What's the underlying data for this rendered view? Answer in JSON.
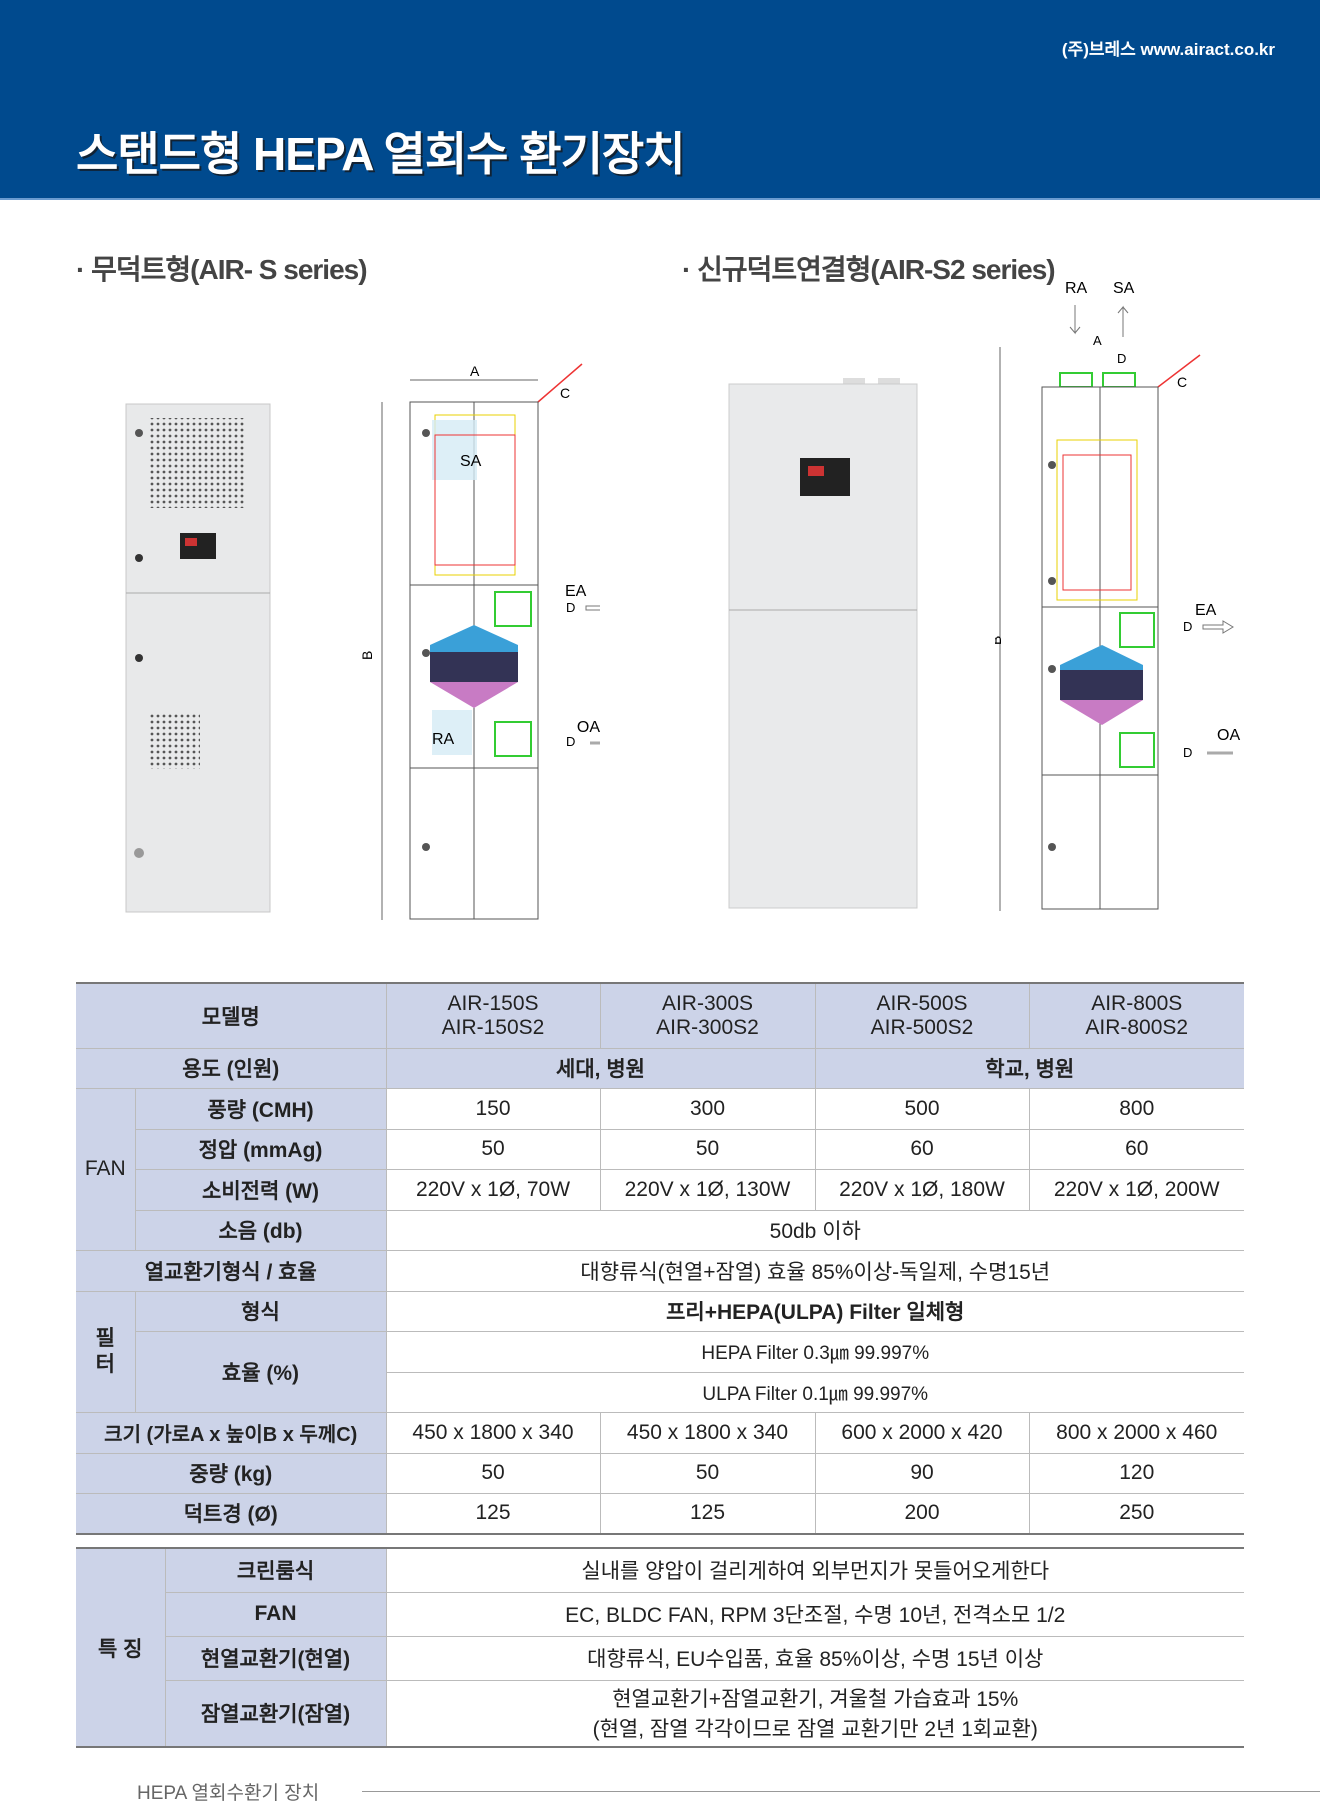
{
  "header": {
    "brand": "(주)브레스  www.airact.co.kr",
    "title": "스탠드형 HEPA 열회수 환기장치"
  },
  "sections": [
    {
      "title": "· 무덕트형(AIR- S series)"
    },
    {
      "title": "· 신규덕트연결형(AIR-S2 series)"
    }
  ],
  "diagram_labels": {
    "A": "A",
    "B": "B",
    "C": "C",
    "D": "D",
    "SA": "SA",
    "RA": "RA",
    "EA": "EA",
    "OA": "OA"
  },
  "spec_table": {
    "model_label": "모델명",
    "models": [
      [
        "AIR-150S",
        "AIR-150S2"
      ],
      [
        "AIR-300S",
        "AIR-300S2"
      ],
      [
        "AIR-500S",
        "AIR-500S2"
      ],
      [
        "AIR-800S",
        "AIR-800S2"
      ]
    ],
    "usage_label": "용도 (인원)",
    "usage": [
      "세대, 병원",
      "학교, 병원"
    ],
    "fan_group": "FAN",
    "airflow_label": "풍량 (CMH)",
    "airflow": [
      "150",
      "300",
      "500",
      "800"
    ],
    "pressure_label": "정압 (mmAg)",
    "pressure": [
      "50",
      "50",
      "60",
      "60"
    ],
    "power_label": "소비전력 (W)",
    "power": [
      "220V x 1Ø, 70W",
      "220V x 1Ø, 130W",
      "220V x 1Ø, 180W",
      "220V x 1Ø, 200W"
    ],
    "noise_label": "소음 (db)",
    "noise": "50db 이하",
    "hx_label": "열교환기형식 / 효율",
    "hx": "대향류식(현열+잠열) 효율 85%이상-독일제, 수명15년",
    "filter_group": "필\n터",
    "filter_type_label": "형식",
    "filter_type": "프리+HEPA(ULPA) Filter 일체형",
    "filter_eff_label": "효율 (%)",
    "filter_eff": [
      "HEPA Filter 0.3㎛ 99.997%",
      "ULPA Filter 0.1㎛ 99.997%"
    ],
    "size_label": "크기 (가로A x 높이B x 두께C)",
    "size": [
      "450 x 1800 x 340",
      "450 x 1800 x 340",
      "600 x 2000 x 420",
      "800 x 2000 x 460"
    ],
    "weight_label": "중량 (kg)",
    "weight": [
      "50",
      "50",
      "90",
      "120"
    ],
    "duct_label": "덕트경 (Ø)",
    "duct": [
      "125",
      "125",
      "200",
      "250"
    ]
  },
  "feature_table": {
    "group": "특 징",
    "rows": [
      {
        "label": "크린룸식",
        "value": "실내를 양압이 걸리게하여 외부먼지가 못들어오게한다"
      },
      {
        "label": "FAN",
        "value": "EC, BLDC FAN, RPM 3단조절, 수명 10년, 전격소모 1/2"
      },
      {
        "label": "현열교환기(현열)",
        "value": "대향류식, EU수입품, 효율 85%이상, 수명 15년 이상"
      },
      {
        "label": "잠열교환기(잠열)",
        "value": "현열교환기+잠열교환기, 겨울철 가습효과 15%",
        "value2": "(현열, 잠열 각각이므로 잠열 교환기만 2년 1회교환)"
      }
    ]
  },
  "footer": {
    "text": "HEPA 열회수환기 장치"
  }
}
